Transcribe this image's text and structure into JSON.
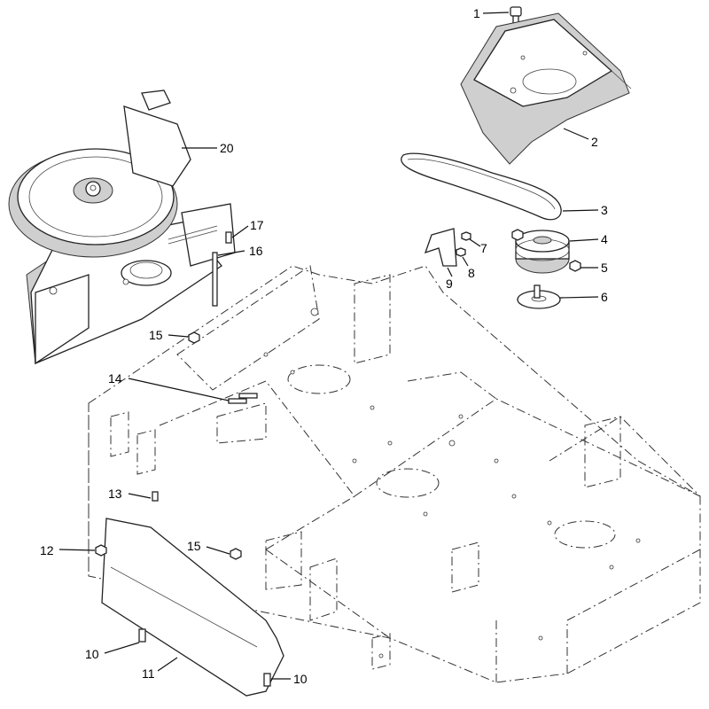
{
  "callouts": {
    "c1": "1",
    "c2": "2",
    "c3": "3",
    "c4": "4",
    "c5": "5",
    "c6": "6",
    "c7": "7",
    "c8": "8",
    "c9": "9",
    "c10a": "10",
    "c10b": "10",
    "c11": "11",
    "c12": "12",
    "c13": "13",
    "c14": "14",
    "c15a": "15",
    "c15b": "15",
    "c16": "16",
    "c17": "17",
    "c20": "20"
  }
}
